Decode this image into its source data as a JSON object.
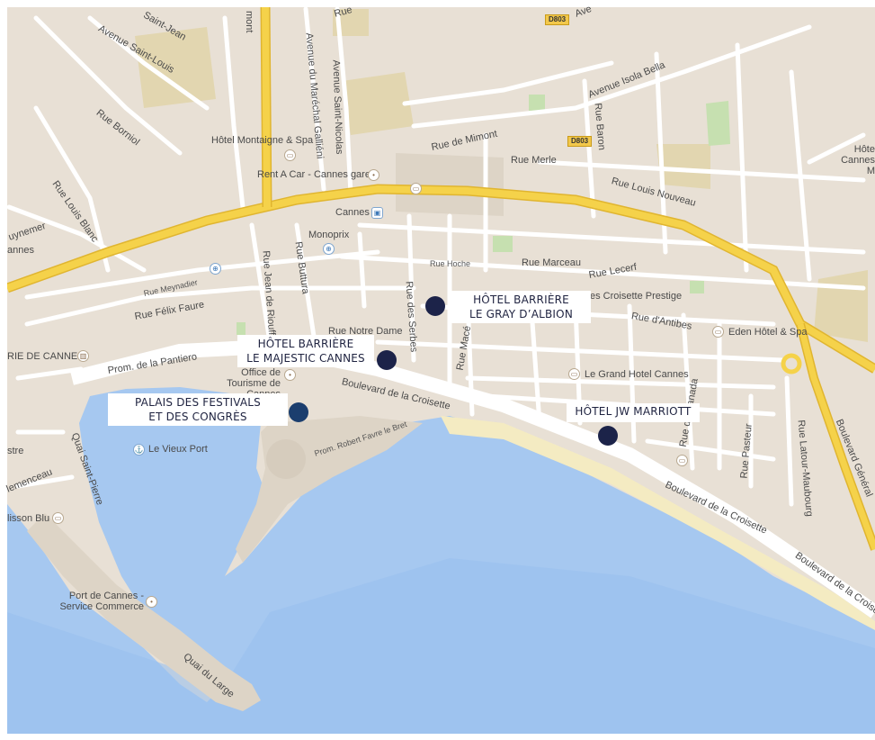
{
  "colors": {
    "land": "#e8e0d5",
    "block": "#ddd4c6",
    "street": "#ffffff",
    "highway": "#f5d24a",
    "highway_edge": "#e0b530",
    "water": "#a6c8f0",
    "water_deep": "#8bb6ea",
    "beach": "#f4ebc2",
    "park": "#c6e0b0",
    "marker": "#1c2349",
    "label_box": "#ffffff"
  },
  "streets": {
    "avenue_saint_jean": "Avenue Saint-Jean",
    "avenue_saint_louis": "Avenue Saint-Louis",
    "avenue_marechal_gallieni": "Avenue du Maréchal Galliéni",
    "avenue_saint_nicolas": "Avenue Saint-Nicolas",
    "avenue_isola_bella": "Avenue Isola Bella",
    "rue_bornio": "Rue Borniol",
    "rue_de_mimont": "Rue de Mimont",
    "rue_baron": "Rue Baron",
    "rue_merle": "Rue Merle",
    "rue_louis_nouveau": "Rue Louis Nouveau",
    "rue_louis_blanc": "Rue Louis Blanc",
    "rue_meynadier": "Rue Meynadier",
    "rue_buttura": "Rue Buttura",
    "rue_jean_riouffe": "Rue Jean de Riouffe",
    "rue_hoche": "Rue Hoche",
    "rue_marceau": "Rue Marceau",
    "rue_lecerf": "Rue Lecerf",
    "rue_felix_faure": "Rue Félix Faure",
    "rue_notre_dame": "Rue Notre Dame",
    "rue_des_serbes": "Rue des Serbes",
    "rue_mace": "Rue Macé",
    "rue_dantibes": "Rue d'Antibes",
    "rue_du_canada": "Rue du Canada",
    "rue_pasteur": "Rue Pasteur",
    "rue_latour_maubourg": "Rue Latour-Maubourg",
    "boulevard_general": "Boulevard Général",
    "prom_pantiero": "Prom. de la Pantiero",
    "boulevard_croisette_1": "Boulevard de la Croisette",
    "boulevard_croisette_2": "Boulevard de la Croisette",
    "boulevard_croisette_3": "Boulevard de la Croisette",
    "prom_robert_favre": "Prom. Robert Favre le Bret",
    "quai_saint_pierre": "Quai Saint-Pierre",
    "quai_du_large": "Quai du Large",
    "rue_frag_mont": "mont",
    "rue_frag_ave": "Ave",
    "rue_frag_jean": "Saint-Jean",
    "rue_frag_rue_top": "Rue",
    "rue_frag_aynemer": "uynemer",
    "rue_frag_lemenceau": "lemenceau"
  },
  "places": {
    "hotel_montaigne": "Hôtel Montaigne & Spa",
    "rent_a_car": "Rent A Car - Cannes gare",
    "cannes_station": "Cannes",
    "monoprix": "Monoprix",
    "croisette_prestige": "es Croisette Prestige",
    "eden_hotel": "Eden Hôtel & Spa",
    "grand_hotel": "Le Grand Hotel Cannes",
    "office_tourisme": "Office de Tourisme de Cannes",
    "vieux_port": "Le Vieux Port",
    "port_de_cannes": "Port de Cannes - Service Commerce",
    "galerie_cannes": "RIE DE CANNES",
    "cannes_left": "annes",
    "hotel_right": "Hôte Cannes M",
    "stre": "stre",
    "lisson_blu": "lisson Blu"
  },
  "road_badges": {
    "d803_top": "D803",
    "d803_mid": "D803"
  },
  "markers": [
    {
      "id": "gray-albion",
      "line1": "HÔTEL BARRIÈRE",
      "line2": "LE GRAY D’ALBION"
    },
    {
      "id": "majestic",
      "line1": "HÔTEL BARRIÈRE",
      "line2": "LE MAJESTIC CANNES"
    },
    {
      "id": "palais",
      "line1": "PALAIS DES FESTIVALS",
      "line2": "ET DES CONGRÈS"
    },
    {
      "id": "marriott",
      "line1": "HÔTEL JW MARRIOTT",
      "line2": ""
    }
  ]
}
